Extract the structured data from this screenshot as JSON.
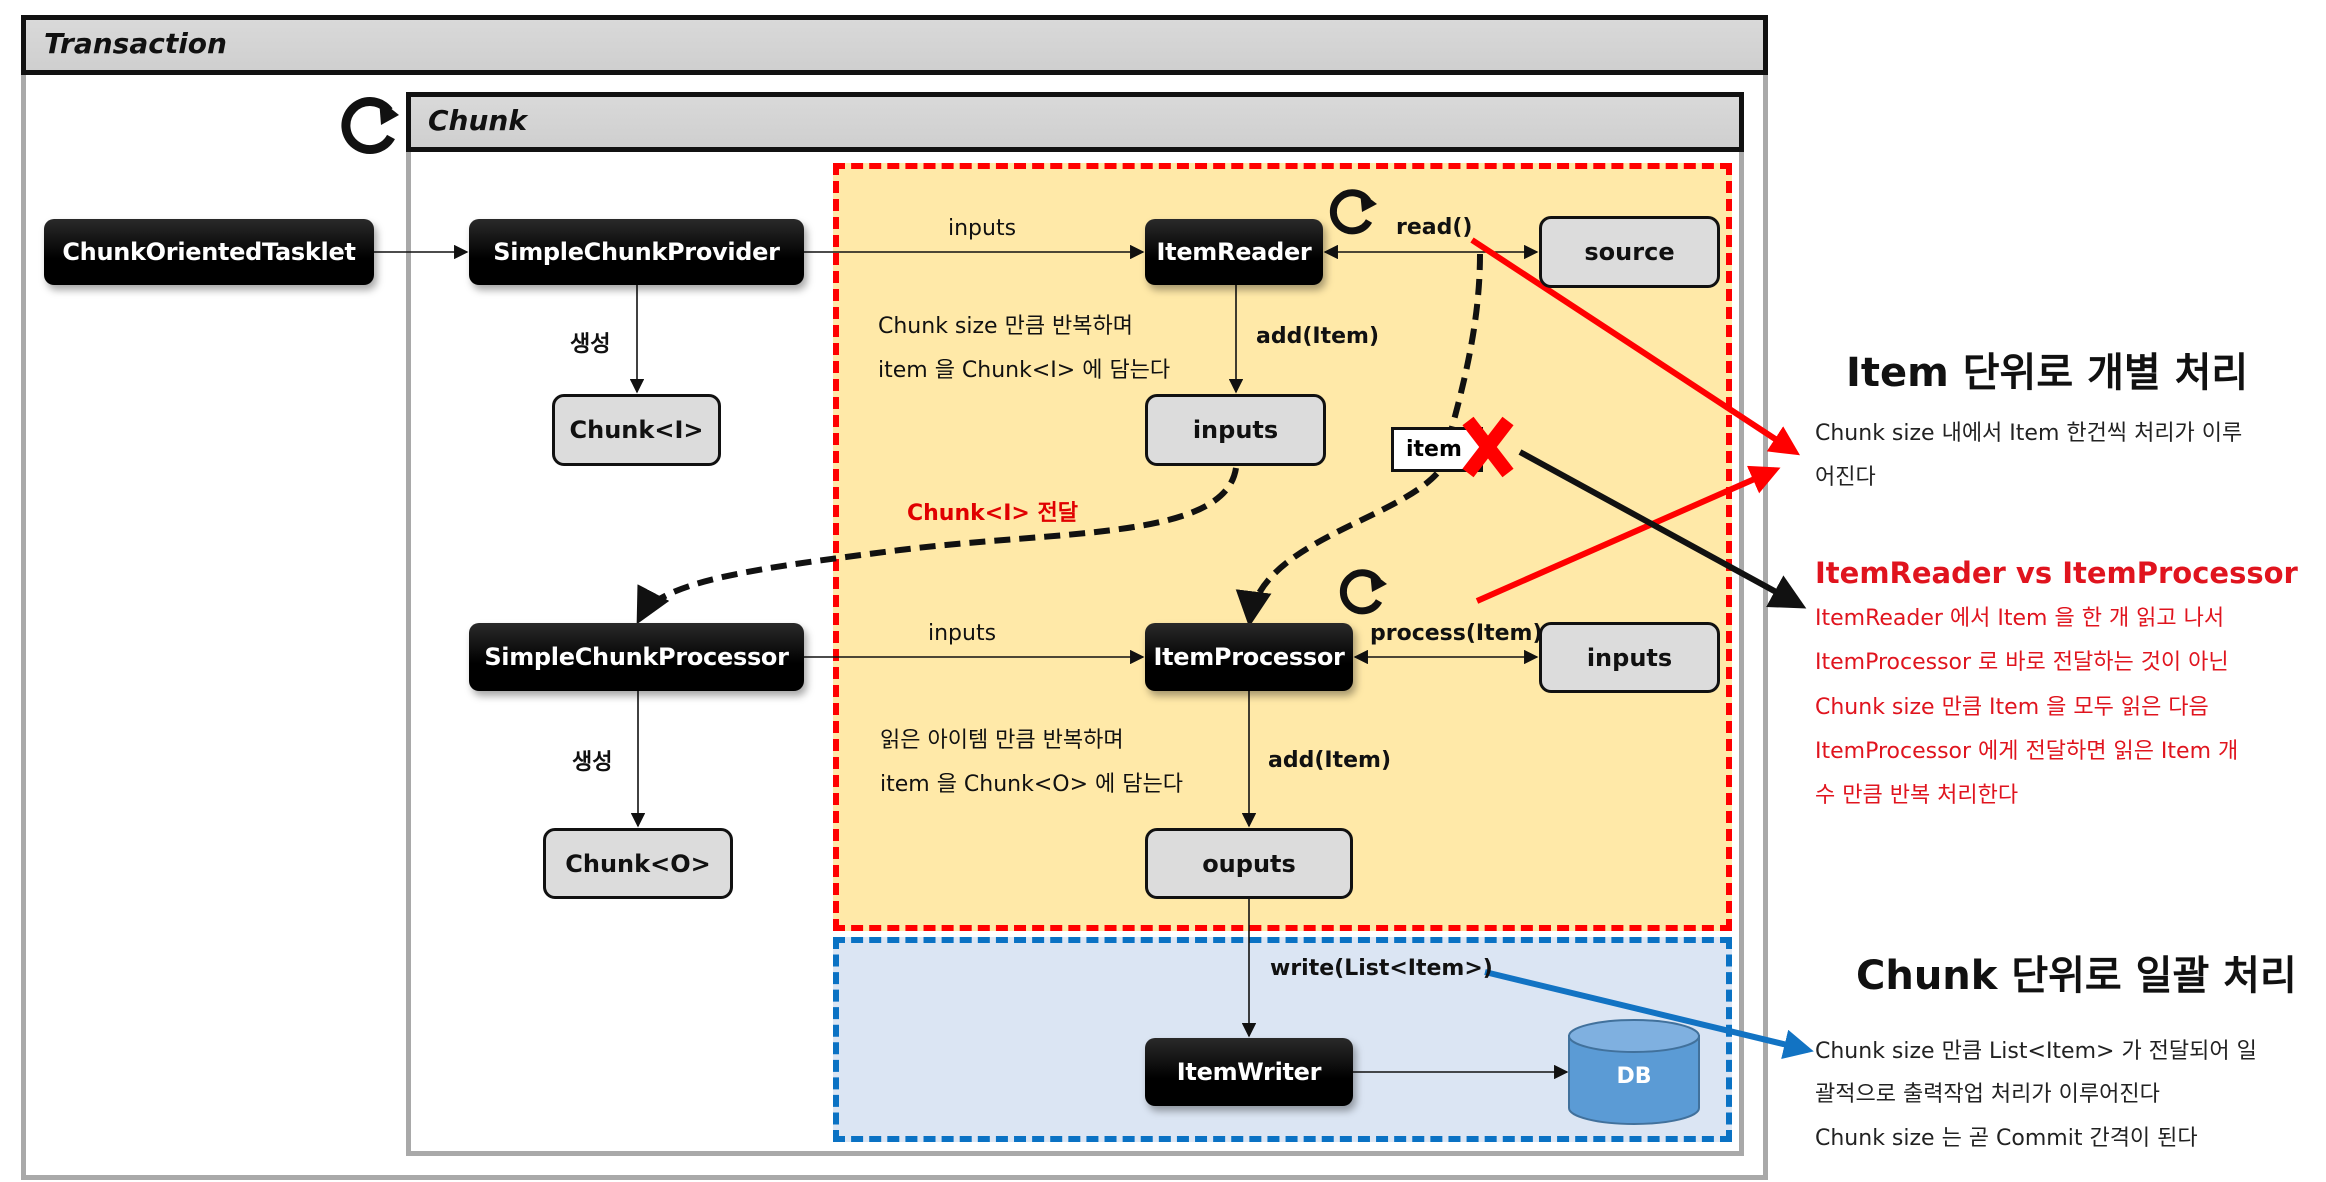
{
  "frames": {
    "transaction_title": "Transaction",
    "chunk_title": "Chunk"
  },
  "nodes": {
    "chunk_oriented_tasklet": "ChunkOrientedTasklet",
    "simple_chunk_provider": "SimpleChunkProvider",
    "item_reader": "ItemReader",
    "source": "source",
    "chunk_i": "Chunk<I>",
    "reader_inputs": "inputs",
    "item_box": "item",
    "simple_chunk_processor": "SimpleChunkProcessor",
    "item_processor": "ItemProcessor",
    "processor_inputs": "inputs",
    "chunk_o": "Chunk<O>",
    "outputs": "ouputs",
    "item_writer": "ItemWriter",
    "db": "DB"
  },
  "edge_labels": {
    "provider_to_reader": "inputs",
    "provider_create": "생성",
    "reader_read": "read()",
    "reader_add": "add(Item)",
    "chunk_i_transfer": "Chunk<I> 전달",
    "processor_inputs": "inputs",
    "processor_create": "생성",
    "processor_process": "process(Item)",
    "processor_add": "add(Item)",
    "writer_write": "write(List<Item>)"
  },
  "notes": {
    "reader_note_line1": "Chunk size 만큼 반복하며",
    "reader_note_line2": "item 을 Chunk<I> 에 담는다",
    "processor_note_line1": "읽은 아이템 만큼 반복하며",
    "processor_note_line2": "item 을 Chunk<O> 에 담는다"
  },
  "right_panel": {
    "item_title": "Item 단위로 개별 처리",
    "item_desc_line1": "Chunk size 내에서 Item 한건씩 처리가 이루",
    "item_desc_line2": "어진다",
    "compare_title": "ItemReader vs ItemProcessor",
    "compare_line1": "ItemReader 에서 Item 을 한 개 읽고 나서",
    "compare_line2": "ItemProcessor 로 바로 전달하는 것이 아닌",
    "compare_line3": "Chunk size 만큼 Item 을 모두 읽은 다음",
    "compare_line4": "ItemProcessor 에게 전달하면 읽은 Item 개",
    "compare_line5": "수 만큼 반복 처리한다",
    "chunk_title": "Chunk 단위로 일괄 처리",
    "chunk_line1": "Chunk size 만큼 List<Item> 가 전달되어 일",
    "chunk_line2": "괄적으로 출력작업 처리가 이루어진다",
    "chunk_line3": "Chunk size 는 곧 Commit 간격이 된다"
  },
  "colors": {
    "reader_processor_zone_fill": "#ffe9a8",
    "reader_processor_zone_border": "#ff0000",
    "writer_zone_fill": "#dbe5f3",
    "writer_zone_border": "#0a72c4",
    "accent_red": "#e0141e",
    "accent_blue": "#1273c3"
  }
}
